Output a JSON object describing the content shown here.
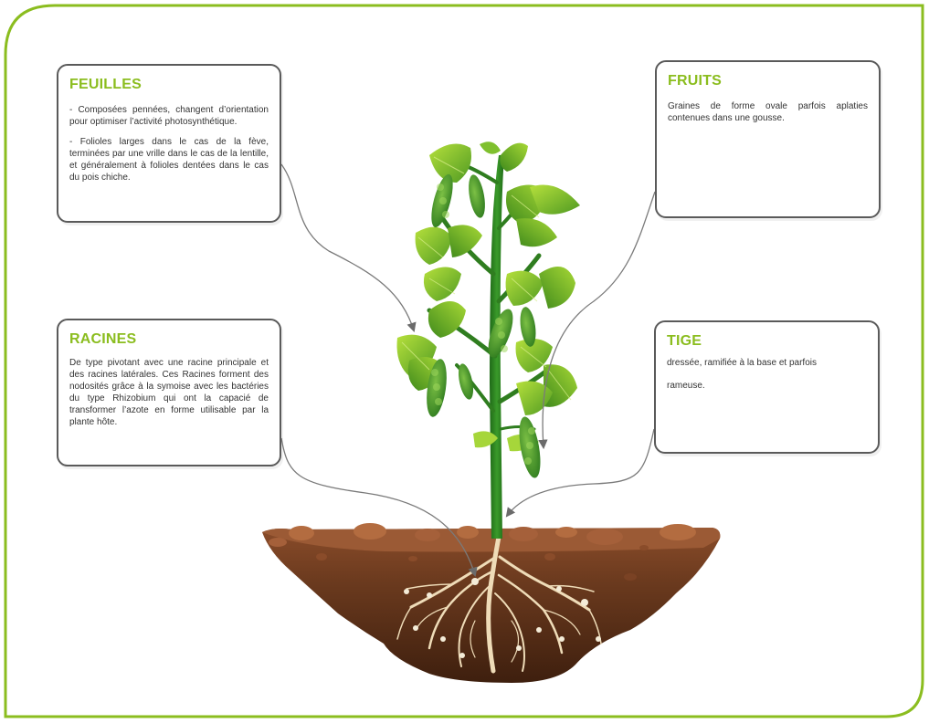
{
  "colors": {
    "accent": "#8bbd1f",
    "frame": "#8bbd1f",
    "card_border": "#5a5a5a",
    "text": "#333333",
    "leaf_light": "#9cd22e",
    "leaf_dark": "#4f9a22",
    "stem": "#2f7d1f",
    "pod": "#3f9a2a",
    "soil_top": "#9b5a35",
    "soil_dark": "#4e2814",
    "root": "#f1e1c2"
  },
  "cards": {
    "feuilles": {
      "title": "FEUILLES",
      "p1": "- Composées pennées, changent d’orientation pour optimiser l’activité photosynthétique.",
      "p2": "- Folioles larges dans le cas de la fève, terminées par une vrille dans le cas de la lentille, et généralement à folioles dentées dans le cas du pois chiche."
    },
    "fruits": {
      "title": "FRUITS",
      "p1": "Graines de forme ovale parfois aplaties contenues dans une gousse."
    },
    "racines": {
      "title": "RACINES",
      "p1": "De type pivotant avec une racine principale et des racines latérales. Ces Racines forment des nodosités grâce à la symoise avec les bactéries du type Rhizobium qui ont la capacié de transformer l’azote en forme utilisable par la plante hôte."
    },
    "tige": {
      "title": "TIGE",
      "p1": "dressée, ramifiée à la base et parfois",
      "p2": "rameuse."
    }
  }
}
